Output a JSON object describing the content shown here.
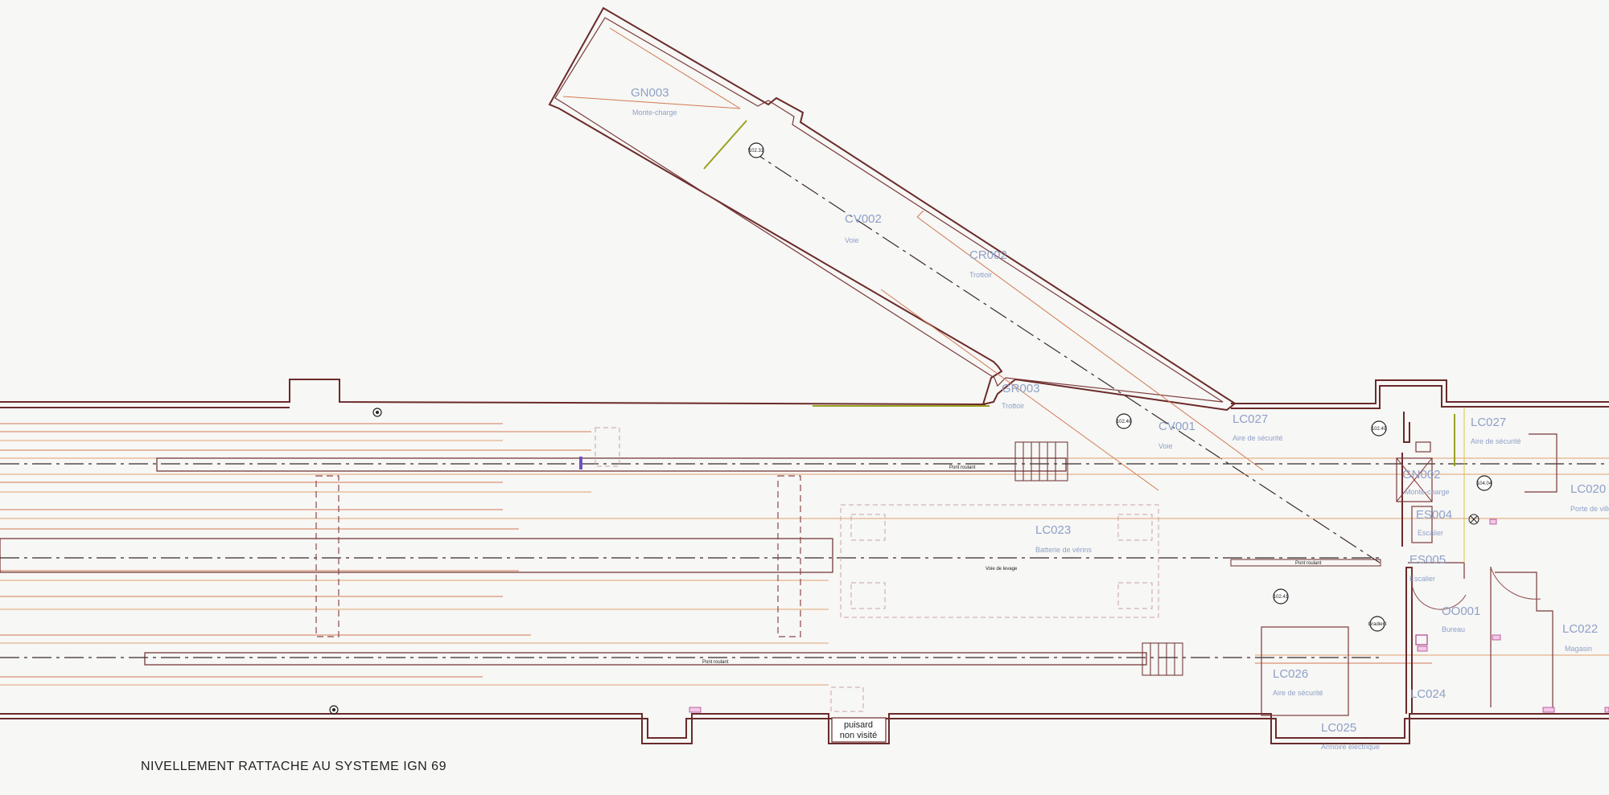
{
  "drawing": {
    "datum_note": "NIVELLEMENT RATTACHE AU SYSTEME IGN 69",
    "sump_label_line1": "puisard",
    "sump_label_line2": "non visité",
    "colors": {
      "wall": "#6a2a2a",
      "rail_red": "#d07a52",
      "rail_orange": "#e0a070",
      "room_label": "#8fa0c8",
      "axis": "#3a2a2a"
    }
  },
  "rooms": {
    "gn003": {
      "code": "GN003",
      "name": "Monte-charge"
    },
    "cv002": {
      "code": "CV002",
      "name": "Voie"
    },
    "cr002": {
      "code": "CR002",
      "name": "Trottoir"
    },
    "gr003": {
      "code": "GR003",
      "name": "Trottoir"
    },
    "cv001": {
      "code": "CV001",
      "name": "Voie"
    },
    "lc027a": {
      "code": "LC027",
      "name": "Aire de sécurité"
    },
    "lc027b": {
      "code": "LC027",
      "name": "Aire de sécurité"
    },
    "gn002": {
      "code": "GN002",
      "name": "Monte-charge"
    },
    "lc020": {
      "code": "LC020",
      "name": "Porte de ville"
    },
    "es004": {
      "code": "ES004",
      "name": "Escalier"
    },
    "es005": {
      "code": "ES005",
      "name": "Escalier"
    },
    "lc023": {
      "code": "LC023",
      "name": "Batterie de vérins"
    },
    "oo001": {
      "code": "OO001",
      "name": "Bureau"
    },
    "lc022": {
      "code": "LC022",
      "name": "Magasin"
    },
    "lc026": {
      "code": "LC026",
      "name": "Aire de sécurité"
    },
    "lc024": {
      "code": "LC024",
      "name": ""
    },
    "lc025": {
      "code": "LC025",
      "name": "Armoire électrique"
    }
  },
  "small_labels": {
    "pont_roulant_1": "Pont roulant",
    "pont_roulant_2": "Pont roulant",
    "pont_roulant_3": "Pont roulant",
    "voie_de_levage": "Voie de levage",
    "gradient": "Gradient"
  },
  "levels": {
    "l1": "102.31",
    "l2": "102.48",
    "l3": "102.49",
    "l4": "104.04",
    "l5": "102.41"
  },
  "icons": {
    "survey_marker_1": "circle-target-icon",
    "survey_marker_2": "circle-target-icon",
    "fan_symbol": "circle-cross-icon",
    "sink_symbol": "sink-icon"
  }
}
